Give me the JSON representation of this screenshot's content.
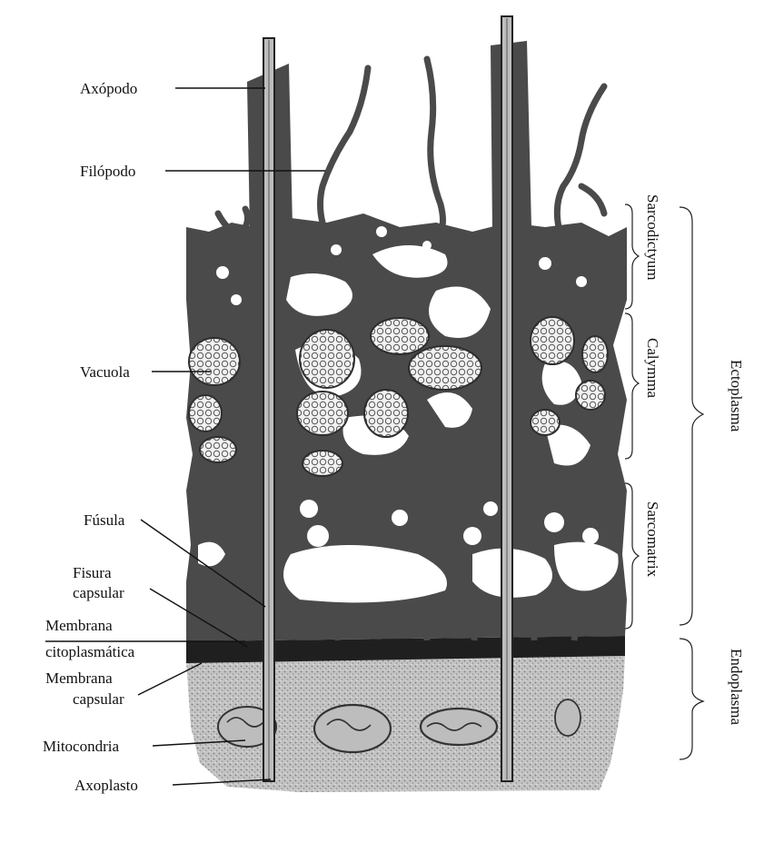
{
  "labels": {
    "axopodo": "Axópodo",
    "filopodo": "Filópodo",
    "vacuola": "Vacuola",
    "fusula": "Fúsula",
    "fisura_line1": "Fisura",
    "fisura_line2": "capsular",
    "membrana_cito_line1": "Membrana",
    "membrana_cito_line2": "citoplasmática",
    "membrana_caps_line1": "Membrana",
    "membrana_caps_line2": "capsular",
    "mitocondria": "Mitocondria",
    "axoplasto": "Axoplasto"
  },
  "regions": {
    "sarcodictyum": "Sarcodictyum",
    "calymma": "Calymma",
    "sarcomatrix": "Sarcomatrix",
    "ectoplasma": "Ectoplasma",
    "endoplasma": "Endoplasma"
  },
  "colors": {
    "cytoplasm": "#4a4a4a",
    "cytoplasm_dark": "#2e2e2e",
    "vacuole_fill": "#f4f4f4",
    "endoplasm": "#bdbdbd",
    "capsule": "#1f1f1f",
    "ink": "#111111"
  }
}
